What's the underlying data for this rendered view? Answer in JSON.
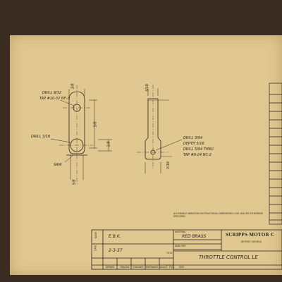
{
  "part1": {
    "drill_top": "DRILL 9/32",
    "tap_top": "TAP #10-32 NF-3",
    "drill_left": "DRILL 3/16",
    "saw": "SAW",
    "dim_top": "3/8",
    "dim_side1": "5/8",
    "dim_side2": "1/8",
    "dim_bottom": "5/8"
  },
  "part2": {
    "dim_top": "3/16",
    "drill_a": "DRILL 3/64",
    "depth": "DEPTH 5/16",
    "drill_b": "DRILL 5/64 THRU",
    "tap": "TAP #0-24 NC-2",
    "dim_bottom": "3/16"
  },
  "notes": {
    "allowable": "ALLOWABLE VARIATION ON FRACTIONAL DIMENSIONS ±.010 UNLESS OTHERWISE SPECIFIED"
  },
  "title_block": {
    "drawn_by": "E.B.K.",
    "date": "2-3-37",
    "material_label": "MATERIAL",
    "material": "RED BRASS",
    "analysis_label": "ANALYSIS",
    "title_label": "TITLE",
    "company": "SCRIPPS MOTOR C",
    "city": "DETROIT, MICHIGA",
    "title": "THROTTLE CONTROL LE",
    "row_labels": [
      "DRAWN",
      "TRACED",
      "CHECKED",
      "ENGINEER",
      "SCALE",
      "FULL",
      "SIZE"
    ],
    "side_labels": [
      "DATE",
      "NAME"
    ]
  }
}
